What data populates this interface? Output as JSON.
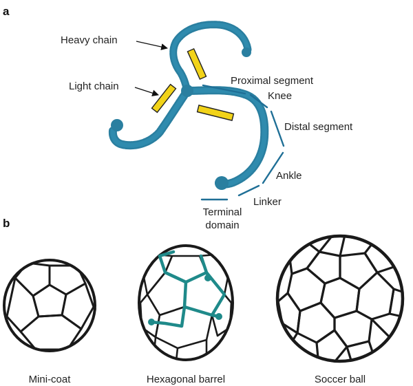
{
  "panel_a": {
    "label": "a",
    "annotations": {
      "heavy_chain": "Heavy chain",
      "light_chain": "Light chain",
      "proximal_segment": "Proximal segment",
      "knee": "Knee",
      "distal_segment": "Distal segment",
      "ankle": "Ankle",
      "linker": "Linker",
      "terminal_domain_line1": "Terminal",
      "terminal_domain_line2": "domain"
    },
    "colors": {
      "density": "#2a7fa0",
      "light_chain_bar": "#f2d318",
      "segment_marker": "#1f6f96",
      "arrow": "#111111"
    }
  },
  "panel_b": {
    "label": "b",
    "captions": {
      "mini_coat": "Mini-coat",
      "hexagonal_barrel": "Hexagonal barrel",
      "soccer_ball": "Soccer ball"
    },
    "colors": {
      "cage": "#1a1a1a",
      "triskelion_overlay": "#1f8a8a"
    }
  }
}
